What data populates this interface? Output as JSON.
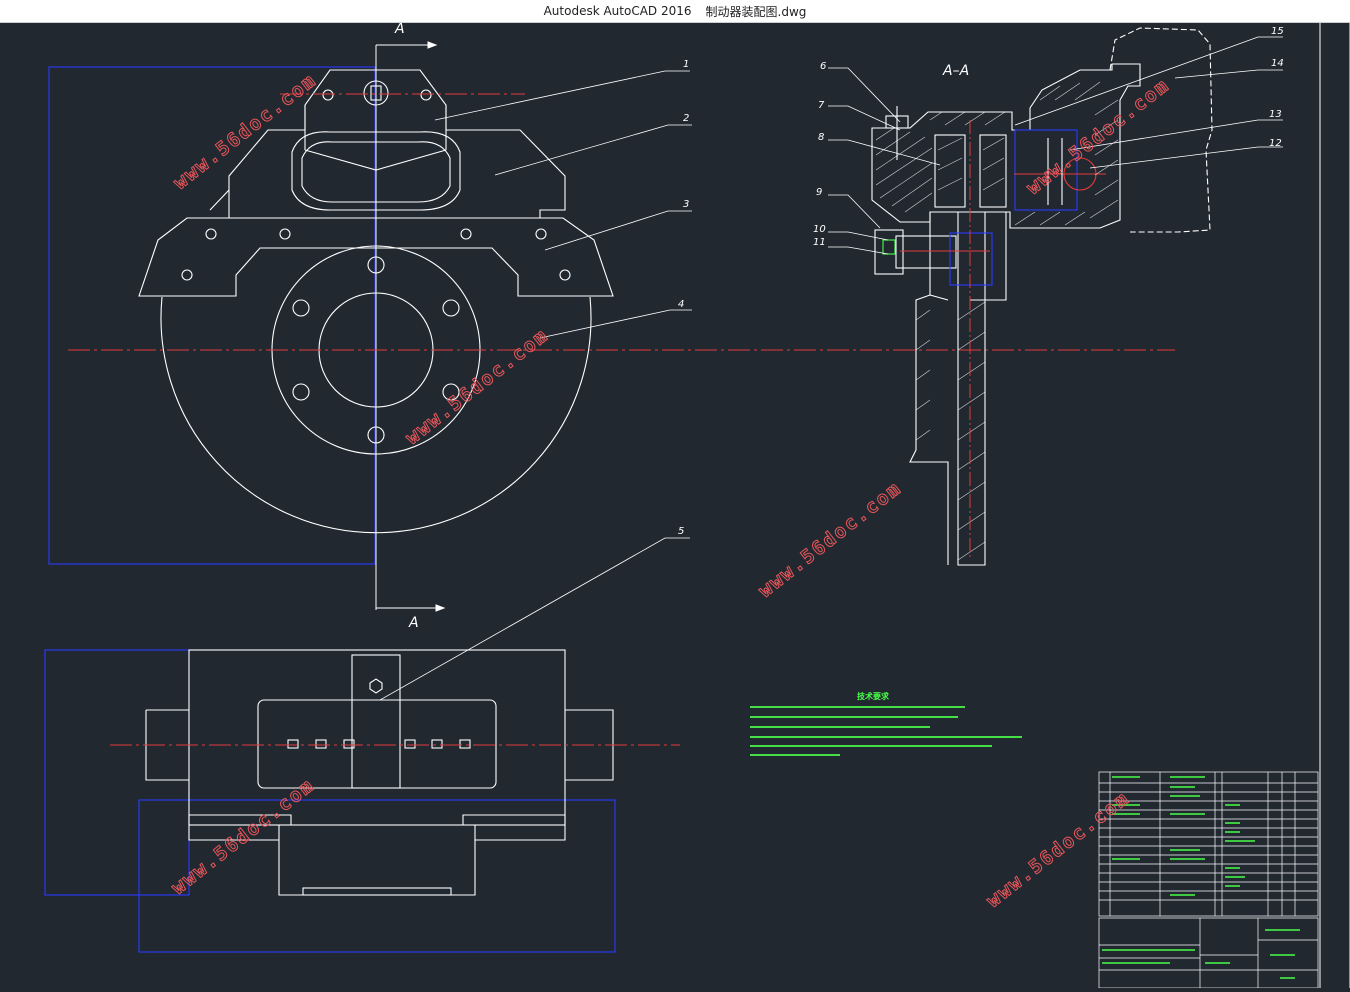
{
  "window": {
    "app_name": "Autodesk AutoCAD 2016",
    "file_name": "制动器装配图.dwg"
  },
  "drawing": {
    "section_labels": [
      "A",
      "A",
      "A–A"
    ],
    "callouts_main": [
      "1",
      "2",
      "3",
      "4",
      "5"
    ],
    "callouts_section": [
      "6",
      "7",
      "8",
      "9",
      "10",
      "11",
      "12",
      "13",
      "14",
      "15"
    ],
    "watermark": "www.56doc.com",
    "technical_notes_title": "技术要求",
    "colors": {
      "background": "#212830",
      "outline": "#ffffff",
      "centerline": "#e23b3b",
      "dimension": "#2b3bff",
      "notes": "#49ff49",
      "watermark": "#e8565a"
    }
  }
}
